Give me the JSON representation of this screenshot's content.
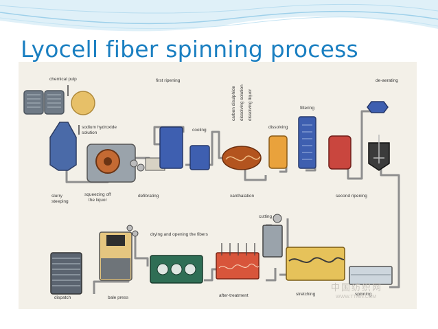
{
  "slide": {
    "title": "Lyocell fiber spinning process"
  },
  "diagram": {
    "labels": {
      "chemical_pulp": "chemical pulp",
      "sodium_hydroxide": "sodium hydroxide\nsolution",
      "slurry_steeping": "slurry\nsteeping",
      "squeezing": "squeezing off\nthe liquor",
      "defibrating": "defibrating",
      "first_ripening": "first ripening",
      "cooling": "cooling",
      "carbon_disulphide": "carbon disulphide",
      "dissolving_solution": "dissolving solution",
      "dissolving_liquor": "dissolving liquor",
      "xanthalation": "xanthalation",
      "dissolving": "dissolving",
      "filtering": "filtering",
      "de_aerating": "de-aerating",
      "second_ripening": "second ripening",
      "drying_opening": "drying and opening  the fibers",
      "cutting": "cutting",
      "dispatch": "dispatch",
      "bale_press": "bale press",
      "after_treatment": "after-treatment",
      "stretching": "stretching",
      "spinning": "spinning"
    },
    "watermark": {
      "chinese": "中国纺织网",
      "url": "WWW.TTMN.COM"
    },
    "colors": {
      "title": "#1a7fc1",
      "panel": "#f3f0e8",
      "pipe": "#8e8e8e",
      "tank_blue": "#3e5fb0",
      "tank_orange": "#e9a23c",
      "tank_red": "#c9463e",
      "bath_green": "#2f6e55",
      "xanthator_brown": "#b3541e"
    }
  }
}
